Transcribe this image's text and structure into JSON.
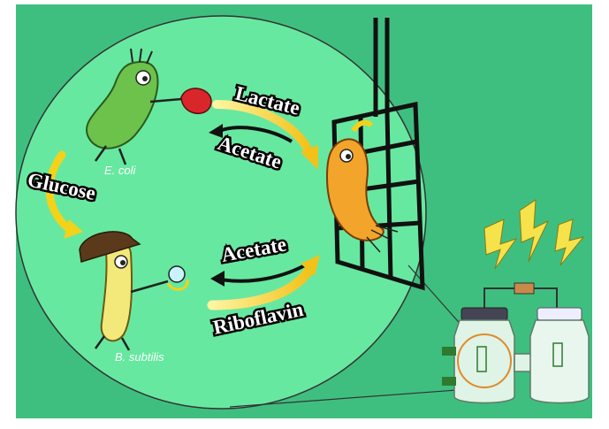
{
  "labels": {
    "lactate": "Lactate",
    "acetate_top": "Acetate",
    "glucose": "Glucose",
    "acetate_bottom": "Acetate",
    "riboflavin": "Riboflavin",
    "ecoli": "E. coli",
    "bsubtilis": "B. subtilis"
  },
  "colors": {
    "background": "#3fbf7f",
    "circle": "#67e8a0",
    "arrow_yellow": "#f2d21b",
    "arrow_black": "#111111",
    "ecoli_body": "#6cc24a",
    "bsubtilis_body": "#f3e97a",
    "shewanella_body": "#f2a52a",
    "electrode": "#111111"
  },
  "icons": [
    "glucose-arrow",
    "lactate-arrow",
    "acetate-arrow",
    "riboflavin-arrow",
    "electrode-grid",
    "lightning-bolt",
    "fuel-cell-device"
  ]
}
